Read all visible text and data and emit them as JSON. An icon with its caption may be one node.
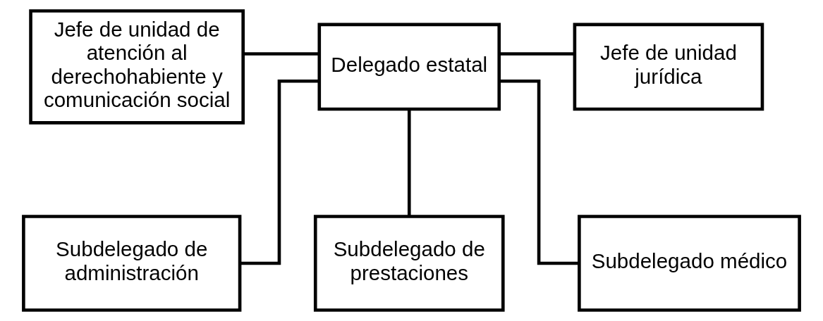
{
  "diagram": {
    "nodes": [
      {
        "text": [
          "Jefe de unidad de atención al derechohabiente y comunicación social"
        ]
      },
      {
        "text": [
          "Delegado estatal"
        ]
      },
      {
        "text": [
          "Jefe de unidad jurídica"
        ]
      },
      {
        "text": [
          "Subdelegado de administración"
        ]
      },
      {
        "text": [
          "Subdelegado de prestaciones"
        ]
      },
      {
        "text": [
          "Subdelegado médico"
        ]
      }
    ],
    "edges": [
      {
        "from": 0,
        "to": 1,
        "arrow": "none"
      },
      {
        "from": 1,
        "to": 2,
        "arrow": "none"
      },
      {
        "from": 1,
        "to": 3,
        "arrow": "none"
      },
      {
        "from": 1,
        "to": 4,
        "arrow": "none"
      },
      {
        "from": 1,
        "to": 5,
        "arrow": "none"
      }
    ]
  }
}
